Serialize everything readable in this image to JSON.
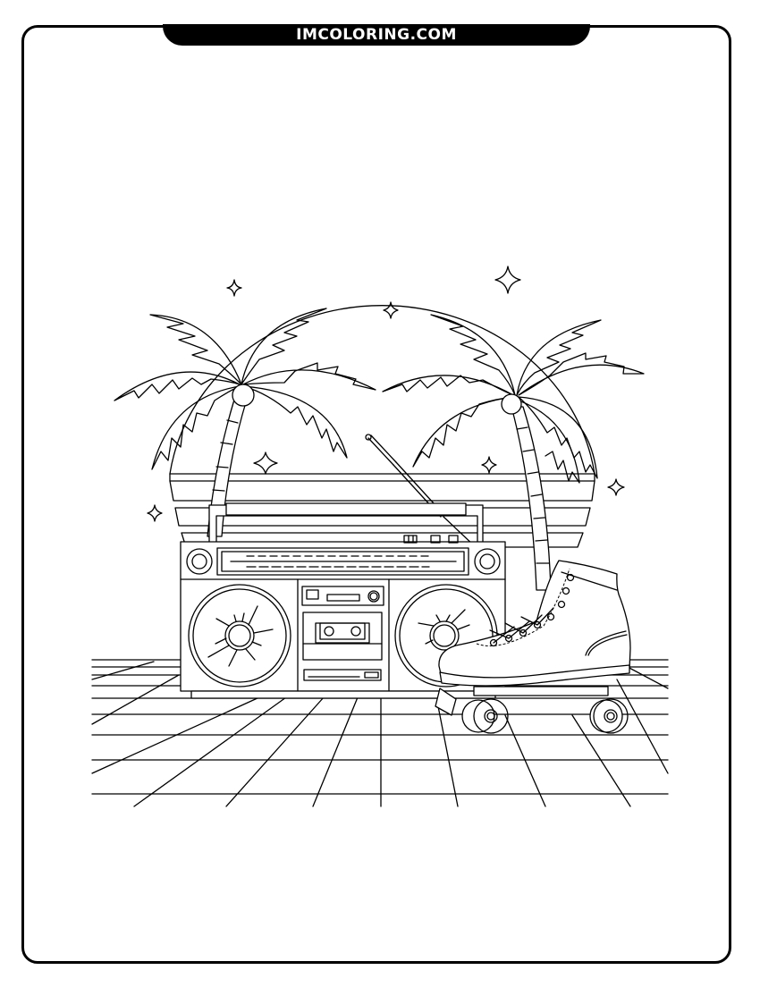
{
  "header": {
    "site_name": "IMCOLORING.COM"
  },
  "illustration": {
    "subject": "retro-80s-boombox-roller-skate-coloring-page",
    "elements": [
      "sun",
      "palm-tree-left",
      "palm-tree-right",
      "sparkle-stars",
      "boombox",
      "roller-skate",
      "grid-floor"
    ],
    "colors": {
      "line": "#000000",
      "background": "#ffffff"
    }
  }
}
